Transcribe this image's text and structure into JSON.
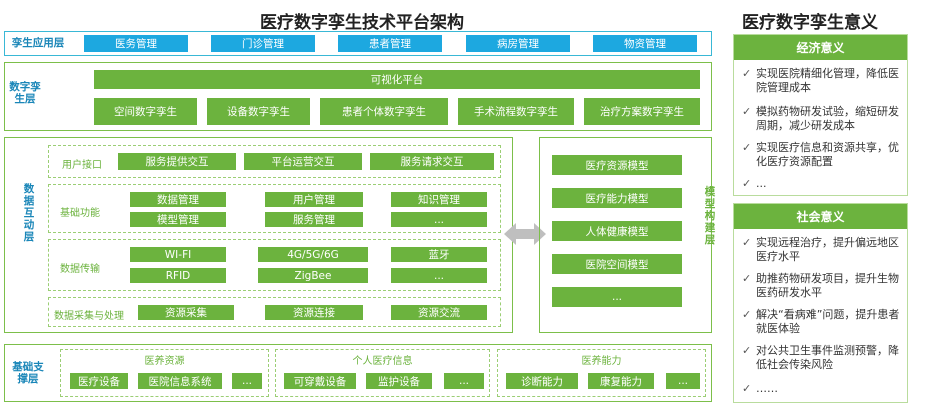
{
  "main_title": "医疗数字孪生技术平台架构",
  "side_title": "医疗数字孪生意义",
  "twin_app": {
    "label": "孪生应用层",
    "items": [
      "医务管理",
      "门诊管理",
      "患者管理",
      "病房管理",
      "物资管理"
    ]
  },
  "digital_twin": {
    "label": "数字孪生层",
    "platform": "可视化平台",
    "items": [
      "空间数字孪生",
      "设备数字孪生",
      "患者个体数字孪生",
      "手术流程数字孪生",
      "治疗方案数字孪生"
    ]
  },
  "data_interaction": {
    "label": "数据互动层",
    "user_interface": {
      "label": "用户接口",
      "items": [
        "服务提供交互",
        "平台运营交互",
        "服务请求交互"
      ]
    },
    "basic": {
      "label": "基础功能",
      "items": [
        "数据管理",
        "用户管理",
        "知识管理",
        "模型管理",
        "服务管理",
        "..."
      ]
    },
    "transmission": {
      "label": "数据传输",
      "items": [
        "WI-FI",
        "4G/5G/6G",
        "蓝牙",
        "RFID",
        "ZigBee",
        "..."
      ]
    },
    "collection": {
      "label": "数据采集与处理",
      "items": [
        "资源采集",
        "资源连接",
        "资源交流"
      ]
    }
  },
  "model": {
    "label": "模型构建层",
    "items": [
      "医疗资源模型",
      "医疗能力模型",
      "人体健康模型",
      "医院空间模型",
      "..."
    ]
  },
  "support": {
    "label": "基础支撑层",
    "groups": [
      {
        "title": "医养资源",
        "items": [
          "医疗设备",
          "医院信息系统",
          "..."
        ]
      },
      {
        "title": "个人医疗信息",
        "items": [
          "可穿戴设备",
          "监护设备",
          "..."
        ]
      },
      {
        "title": "医养能力",
        "items": [
          "诊断能力",
          "康复能力",
          "..."
        ]
      }
    ]
  },
  "economic": {
    "title": "经济意义",
    "items": [
      "实现医院精细化管理，降低医院管理成本",
      "模拟药物研发试验，缩短研发周期，减少研发成本",
      "实现医疗信息和资源共享，优化医疗资源配置",
      "..."
    ]
  },
  "social": {
    "title": "社会意义",
    "items": [
      "实现远程治疗，提升偏远地区医疗水平",
      "助推药物研发项目，提升生物医药研发水平",
      "解决“看病难”问题，提升患者就医体验",
      "对公共卫生事件监测预警，降低社会传染风险",
      "……"
    ]
  },
  "check_mark": "✓",
  "arrow_glyph": "⟺",
  "colors": {
    "blue": "#1da8e0",
    "green": "#6cb33e",
    "frame_blue": "#39b8d6"
  }
}
